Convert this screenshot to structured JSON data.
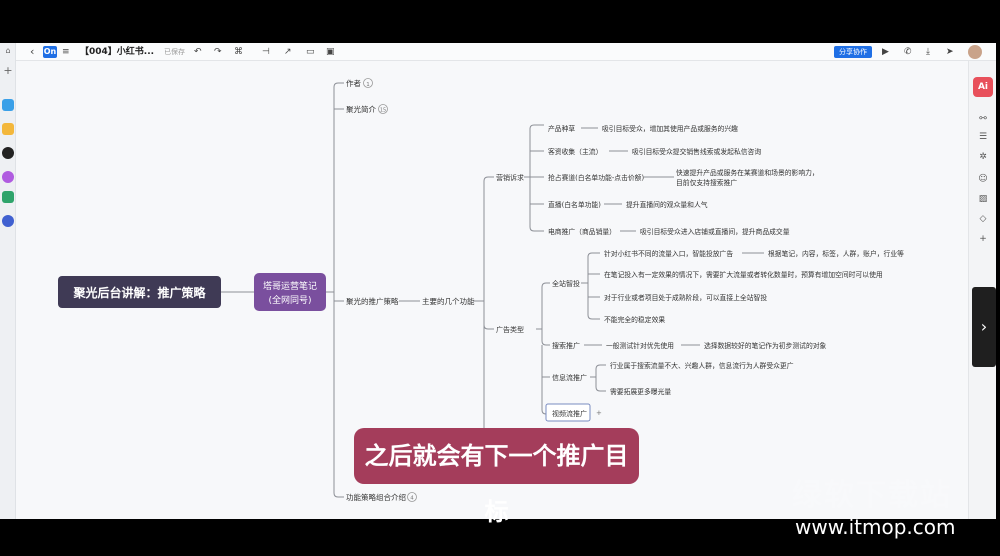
{
  "toolbar": {
    "back": "‹",
    "app_badge": "On",
    "menu": "≡",
    "doc_title": "【004】小红书...",
    "saved": "已保存",
    "share_label": "分享协作"
  },
  "mindmap": {
    "root": "聚光后台讲解：推广策略",
    "center": {
      "line1": "塔哥运营笔记",
      "line2": "(全网同号)"
    },
    "branches": {
      "author": "作者",
      "author_count": "1",
      "intro": "聚光简介",
      "intro_count": "15",
      "strategy": "聚光的推广策略",
      "functions": "主要的几个功能",
      "combo": "功能策略组合介绍",
      "combo_count": "4"
    },
    "marketing": {
      "label": "营销诉求",
      "items": [
        {
          "name": "产品种草",
          "desc": "吸引目标受众，增加其使用产品或服务的兴趣"
        },
        {
          "name": "客资收集（主流）",
          "desc": "吸引目标受众提交销售线索或发起私信咨询"
        },
        {
          "name": "抢占赛道(白名单功能-点击价额)",
          "desc": "快速提升产品或服务在某赛道和场景的影响力，",
          "desc2": "目前仅支持搜索推广"
        },
        {
          "name": "直播(白名单功能)",
          "desc": "提升直播间的观众量和人气"
        },
        {
          "name": "电商推广（商品销量）",
          "desc": "吸引目标受众进入店铺或直播间，提升商品成交量"
        }
      ]
    },
    "ad_types": {
      "label": "广告类型",
      "all_site": {
        "label": "全站智投",
        "items": [
          {
            "text": "针对小红书不同的流量入口，智能投放广告",
            "extra": "根据笔记，内容，标签，人群，账户，行业等"
          },
          {
            "text": "在笔记投入有一定效果的情况下，需要扩大流量或者转化数量时，预算有增加空间时可以使用"
          },
          {
            "text": "对于行业或者项目处于成熟阶段，可以直接上全站智投"
          },
          {
            "text": "不能完全的稳定效果"
          }
        ]
      },
      "search": {
        "label": "搜索推广",
        "text": "一般测试针对优先使用",
        "extra": "选择数据较好的笔记作为初步测试的对象"
      },
      "feed": {
        "label": "信息流推广",
        "items": [
          {
            "text": "行业属于搜索流量不大、兴趣人群，信息流行为人群受众更广"
          },
          {
            "text": "需要拓展更多曝光量"
          }
        ]
      },
      "video": {
        "label": "视频流推广"
      }
    }
  },
  "overlay": {
    "subtitle": "之后就会有下一个推广目标",
    "watermark_text": "绿软下载站",
    "watermark_url": "www.itmop.com"
  },
  "icons": {
    "ai_badge": "Ai",
    "next": "›"
  },
  "colors": {
    "root_bg": "#3f3a55",
    "center_bg": "#7a4f9e",
    "subtitle_bg": "#a43d5b",
    "line": "#8c8f96",
    "share_btn": "#1f6fe5",
    "ai_btn": "#e8505b"
  }
}
